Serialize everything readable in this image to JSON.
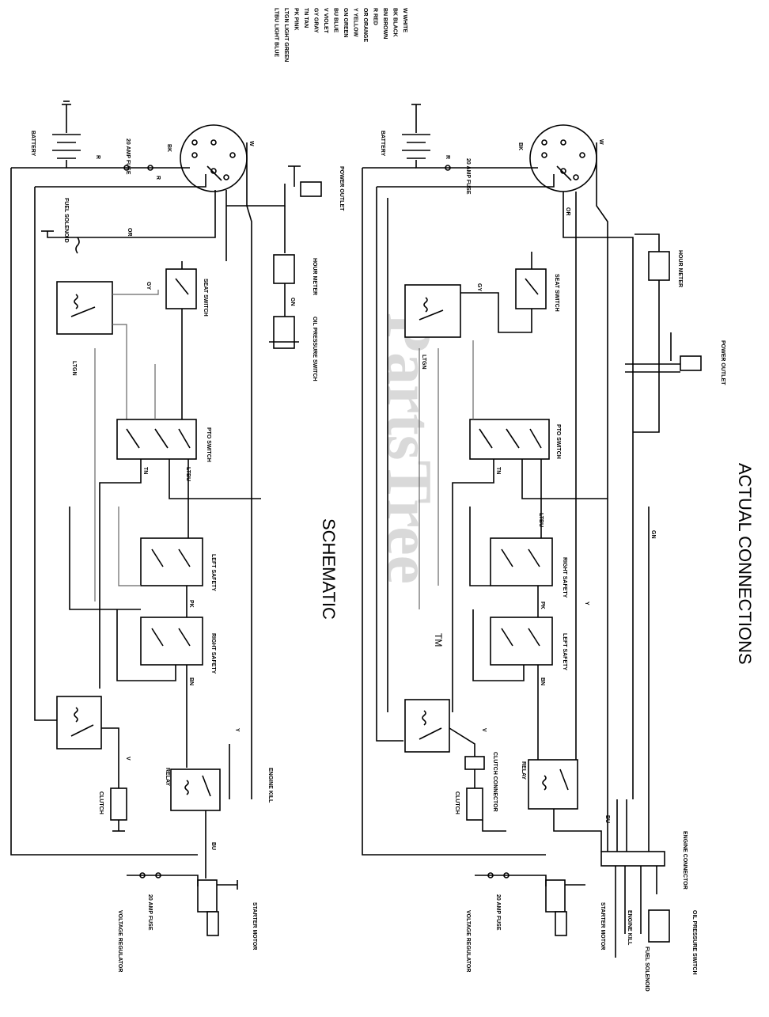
{
  "titles": {
    "schematic": "SCHEMATIC",
    "actual": "ACTUAL CONNECTIONS"
  },
  "watermark": {
    "text": "PartsTree",
    "tm": "TM"
  },
  "legend": [
    "W WHITE",
    "BK BLACK",
    "BN BROWN",
    "R RED",
    "OR ORANGE",
    "Y YELLOW",
    "GN GREEN",
    "BU BLUE",
    "V VIOLET",
    "GY GRAY",
    "TN TAN",
    "PK PINK",
    "LTGN LIGHT GREEN",
    "LTBU LIGHT BLUE"
  ],
  "schematic": {
    "battery": "BATTERY",
    "fuse": "20 AMP FUSE",
    "fuel_solenoid": "FUEL SOLENOID",
    "power_outlet": "POWER OUTLET",
    "hour_meter": "HOUR METER",
    "oil_switch": "OIL PRESSURE SWITCH",
    "seat_switch": "SEAT SWITCH",
    "pto_switch": "PTO SWITCH",
    "left_safety": "LEFT SAFETY",
    "right_safety": "RIGHT SAFETY",
    "clutch": "CLUTCH",
    "engine_kill": "ENGINE KILL",
    "start_motor": "STARTER MOTOR",
    "vreg": "VOLTAGE REGULATOR",
    "vreg_fuse": "20 AMP FUSE",
    "relay": "RELAY"
  },
  "actual": {
    "battery": "BATTERY",
    "fuse": "20 AMP FUSE",
    "seat_switch": "SEAT SWITCH",
    "hour_meter": "HOUR METER",
    "power_outlet": "POWER OUTLET",
    "pto_switch": "PTO SWITCH",
    "right_safety": "RIGHT SAFETY",
    "left_safety": "LEFT SAFETY",
    "clutch_connector": "CLUTCH CONNECTOR",
    "clutch": "CLUTCH",
    "relay": "RELAY",
    "engine_connector": "ENGINE CONNECTOR",
    "oil_switch": "OIL PRESSURE SWITCH",
    "fuel_solenoid": "FUEL SOLENOID",
    "engine_kill": "ENGINE KILL",
    "start_motor": "STARTER MOTOR",
    "vreg": "VOLTAGE REGULATOR",
    "vreg_fuse": "20 AMP FUSE"
  },
  "wire_codes": {
    "r": "R",
    "bk": "BK",
    "w": "W",
    "or": "OR",
    "gy": "GY",
    "ltgn": "LTGN",
    "tn": "TN",
    "ltbu": "LTBU",
    "pk": "PK",
    "bn": "BN",
    "y": "Y",
    "v": "V",
    "bu": "BU",
    "gn": "GN"
  }
}
